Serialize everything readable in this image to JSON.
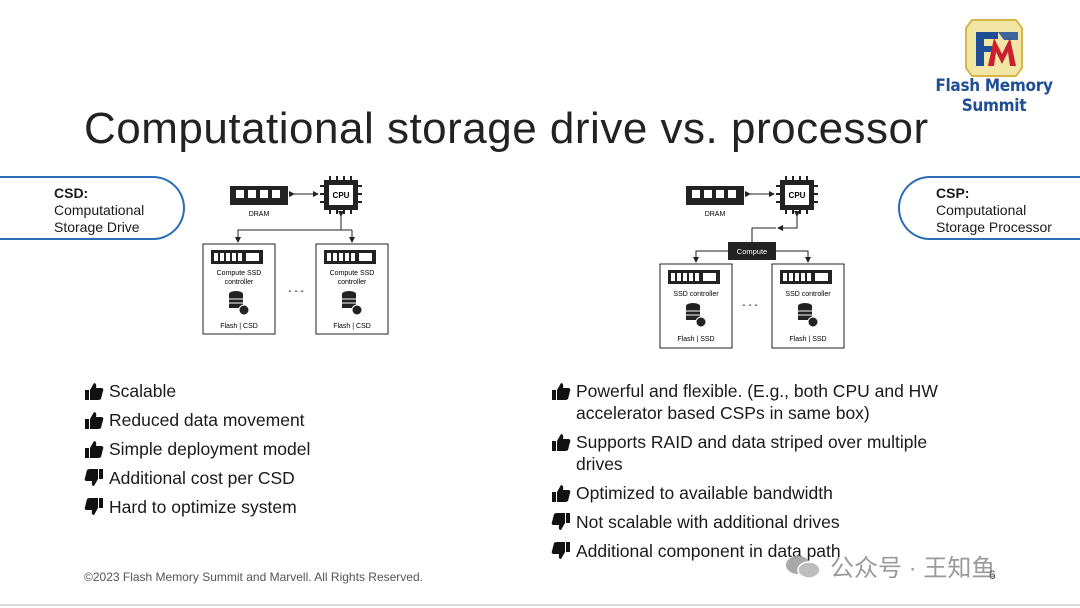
{
  "logo": {
    "text": "Flash Memory Summit",
    "letters": "FMS"
  },
  "title": "Computational storage drive vs. processor",
  "csd_pill": {
    "heading": "CSD:",
    "line1": "Computational",
    "line2": "Storage Drive"
  },
  "csp_pill": {
    "heading": "CSP:",
    "line1": "Computational",
    "line2": "Storage Processor"
  },
  "diagram_csd": {
    "dram_label": "DRAM",
    "cpu_label": "CPU",
    "box_labels": [
      "Compute SSD",
      "controller"
    ],
    "box_footer": "Flash | CSD",
    "ellipsis": "- - -"
  },
  "diagram_csp": {
    "dram_label": "DRAM",
    "cpu_label": "CPU",
    "compute_label": "Compute",
    "box_label": "SSD controller",
    "box_footer": "Flash | SSD",
    "ellipsis": "- - -"
  },
  "csd_points": [
    {
      "icon": "thumbs-up-icon",
      "text": "Scalable"
    },
    {
      "icon": "thumbs-up-icon",
      "text": "Reduced data movement"
    },
    {
      "icon": "thumbs-up-icon",
      "text": "Simple deployment model"
    },
    {
      "icon": "thumbs-down-icon",
      "text": "Additional cost per CSD"
    },
    {
      "icon": "thumbs-down-icon",
      "text": "Hard to optimize system"
    }
  ],
  "csp_points": [
    {
      "icon": "thumbs-up-icon",
      "line1": "Powerful and flexible. (E.g., both CPU and HW",
      "line2": "accelerator based CSPs in same box)"
    },
    {
      "icon": "thumbs-up-icon",
      "line1": "Supports RAID and data striped over multiple",
      "line2": "drives"
    },
    {
      "icon": "thumbs-up-icon",
      "line1": "Optimized to available bandwidth",
      "line2": ""
    },
    {
      "icon": "thumbs-down-icon",
      "line1": "Not scalable with additional drives",
      "line2": ""
    },
    {
      "icon": "thumbs-down-icon",
      "line1": "Additional component in data path",
      "line2": ""
    }
  ],
  "footer": "©2023 Flash Memory Summit and Marvell. All Rights Reserved.",
  "page_number": "6",
  "watermark": "公众号 · 王知鱼",
  "colors": {
    "accent": "#2b6cb8",
    "logo_blue": "#1f4e96",
    "logo_red": "#c8202f",
    "logo_gold": "#d8b64a"
  }
}
